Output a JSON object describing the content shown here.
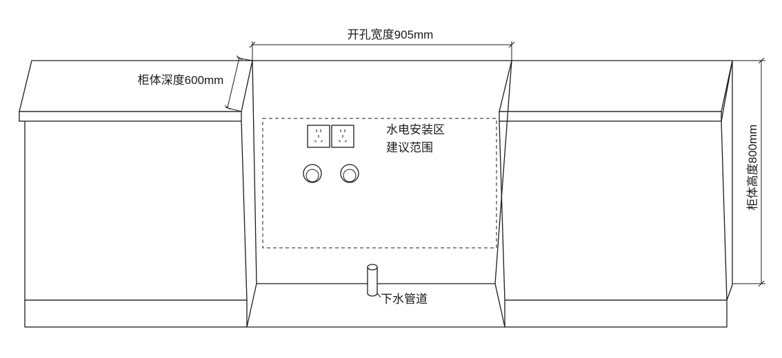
{
  "labels": {
    "opening_width": "开孔宽度905mm",
    "cabinet_depth": "柜体深度600mm",
    "cabinet_height": "柜体高度800mm",
    "install_zone_line1": "水电安装区",
    "install_zone_line2": "建议范围",
    "drain_pipe": "下水管道"
  },
  "icons": [
    "power-outlet-icon",
    "power-outlet-icon",
    "water-valve-icon",
    "water-valve-icon",
    "drain-pipe-icon"
  ],
  "colors": {
    "line": "#1a1a1a",
    "background": "#ffffff"
  }
}
